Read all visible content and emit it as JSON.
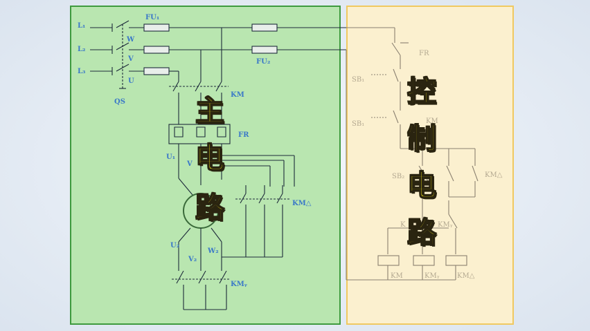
{
  "main_circuit": {
    "title_chars": [
      "主",
      "电",
      "路"
    ],
    "labels": {
      "l1": "L₁",
      "l2": "L₂",
      "l3": "L₃",
      "w": "W",
      "v": "V",
      "u": "U",
      "qs": "QS",
      "fu1": "FU₁",
      "fu2": "FU₂",
      "km": "KM",
      "fr": "FR",
      "u1": "U₁",
      "v1": "V",
      "u2": "U₂",
      "v2": "V₂",
      "w2": "W₂",
      "km_delta": "KM△",
      "km_y": "KMᵧ"
    }
  },
  "control_circuit": {
    "title_chars": [
      "控",
      "制",
      "电",
      "路"
    ],
    "labels": {
      "fr": "FR",
      "sb1": "SB₁",
      "sb": "SB₁",
      "km": "KM",
      "sb2": "SB₂",
      "km_delta_contact": "KM△",
      "k": "K",
      "km_y_contact": "KMᵧ",
      "coil_km": "KM",
      "coil_km_y": "KMᵧ",
      "coil_km_delta": "KM△"
    }
  },
  "colors": {
    "main_panel": "#b9e6b0",
    "main_border": "#3e9a3e",
    "control_panel": "#fbf0cf",
    "control_border": "#f0c960",
    "title_fill": "#ffef1a"
  }
}
